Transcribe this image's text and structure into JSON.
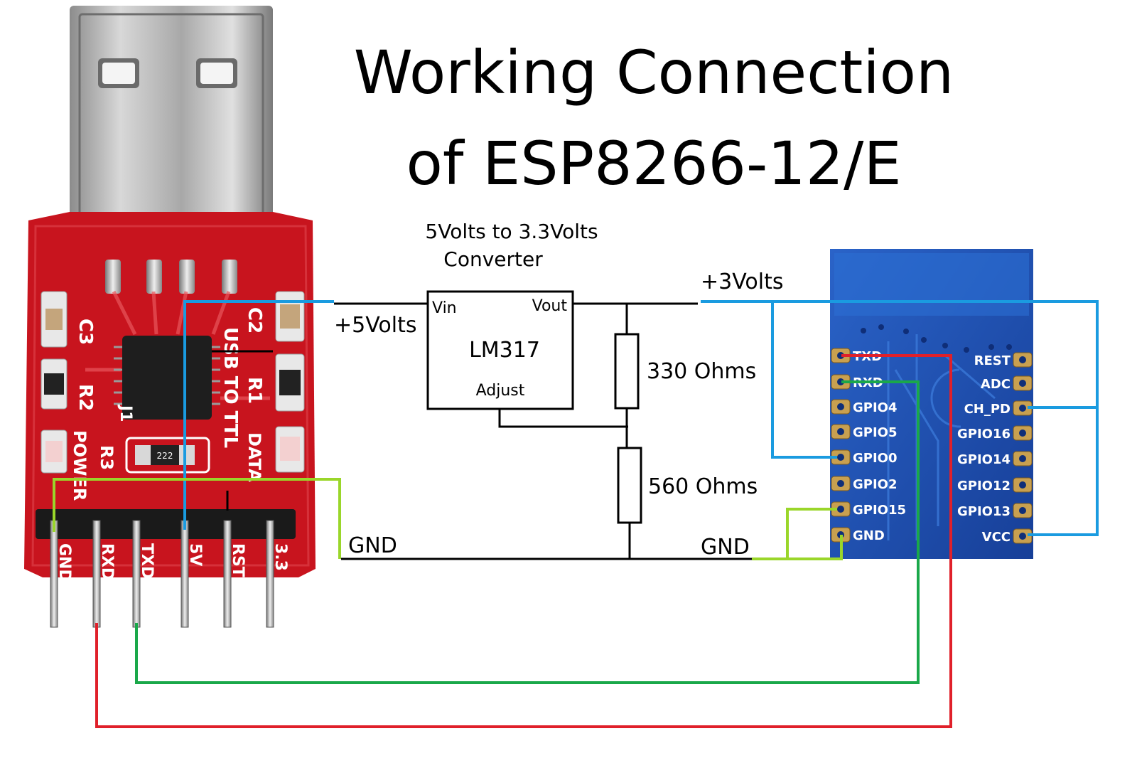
{
  "title": {
    "line1": "Working Connection",
    "line2": "of ESP8266-12/E"
  },
  "converter": {
    "heading1": "5Volts to 3.3Volts",
    "heading2": "Converter",
    "chip": "LM317",
    "vin": "Vin",
    "vout": "Vout",
    "adjust": "Adjust"
  },
  "labels": {
    "plus5": "+5Volts",
    "plus3": "+3Volts",
    "gnd_left": "GND",
    "gnd_right": "GND",
    "r1": "330 Ohms",
    "r2": "560 Ohms"
  },
  "usb_board": {
    "silk": {
      "c3": "C3",
      "c2": "C2",
      "r2": "R2",
      "r1": "R1",
      "r3": "R3",
      "j1": "J1",
      "power": "POWER",
      "data": "DATA",
      "usb_to_ttl": "USB TO TTL",
      "res_code": "222"
    },
    "pins": [
      "GND",
      "RXD",
      "TXD",
      "5V",
      "RST",
      "3.3"
    ]
  },
  "esp_module": {
    "left_pins": [
      "TXD",
      "RXD",
      "GPIO4",
      "GPIO5",
      "GPIO0",
      "GPIO2",
      "GPIO15",
      "GND"
    ],
    "right_pins": [
      "REST",
      "ADC",
      "CH_PD",
      "GPIO16",
      "GPIO14",
      "GPIO12",
      "GPIO13",
      "VCC"
    ]
  },
  "colors": {
    "blue_wire": "#1a9be0",
    "green_wire": "#1aa84a",
    "red_wire": "#e0202a",
    "lime_wire": "#9ad62a",
    "black_wire": "#000000",
    "pcb_red": "#c8141e",
    "esp_blue": "#1a4fb0"
  }
}
